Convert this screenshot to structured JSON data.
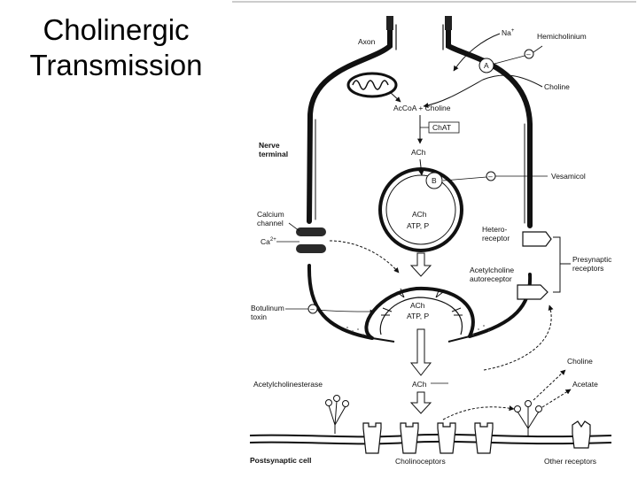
{
  "slide": {
    "title_line1": "Cholinergic",
    "title_line2": "Transmission"
  },
  "diagram": {
    "labels": {
      "axon": "Axon",
      "na_plus": "Na",
      "plus_sup": "+",
      "hemicholinium": "Hemicholinium",
      "transporter_a": "A",
      "choline_top": "Choline",
      "acetyl_coa_choline": "AcCoA + Choline",
      "chat": "ChAT",
      "nerve_terminal_1": "Nerve",
      "nerve_terminal_2": "terminal",
      "ach_top": "ACh",
      "transporter_b": "B",
      "vesamicol": "Vesamicol",
      "vesicle_ach": "ACh",
      "vesicle_atp": "ATP, P",
      "calcium_1": "Calcium",
      "calcium_2": "channel",
      "ca_2plus": "Ca",
      "ca_sup": "2+",
      "hetero_1": "Hetero-",
      "hetero_2": "receptor",
      "presynaptic_1": "Presynaptic",
      "presynaptic_2": "receptors",
      "autoreceptor_1": "Acetylcholine",
      "autoreceptor_2": "autoreceptor",
      "botulinum_1": "Botulinum",
      "botulinum_2": "toxin",
      "release_ach": "ACh",
      "release_atp": "ATP, P",
      "choline_bottom": "Choline",
      "acetate": "Acetate",
      "acetylcholinesterase": "Acetylcholinesterase",
      "ach_cleft": "ACh",
      "postsynaptic": "Postsynaptic cell",
      "cholinoceptors": "Cholinoceptors",
      "other_receptors": "Other receptors",
      "minus": "–"
    },
    "colors": {
      "ink": "#111111",
      "membrane_fill": "#2a2a2a",
      "background": "#ffffff"
    }
  }
}
